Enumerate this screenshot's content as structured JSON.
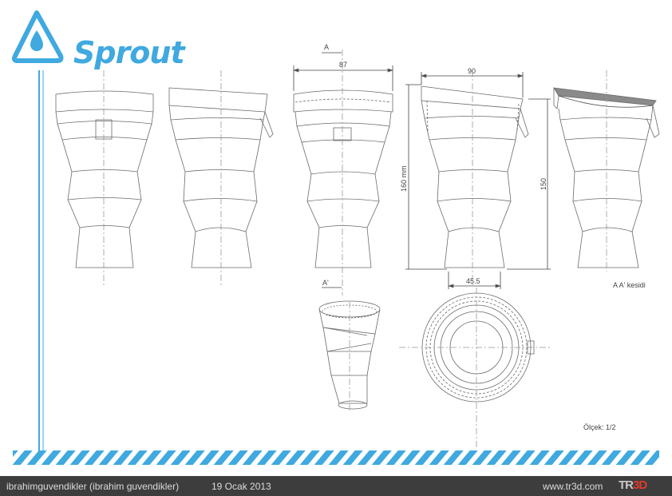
{
  "brand": {
    "name": "Sprout",
    "accent_color": "#3fa9e0",
    "icon": "water-drop-triangle-icon"
  },
  "dimensions": {
    "top_width_front": "87",
    "top_width_side": "90",
    "height_total": "160 mm",
    "height_body": "150",
    "base_width": "45.5"
  },
  "section": {
    "marker_top": "A",
    "marker_bottom": "A'",
    "label": "A  A' kesidi"
  },
  "scale": "Ölçek: 1/2",
  "footer": {
    "author": "ibrahimguvendikler (ibrahim guvendikler)",
    "date": "19 Ocak 2013",
    "site": "www.tr3d.com",
    "logo_tr": "TR",
    "logo_3d": "3D"
  }
}
